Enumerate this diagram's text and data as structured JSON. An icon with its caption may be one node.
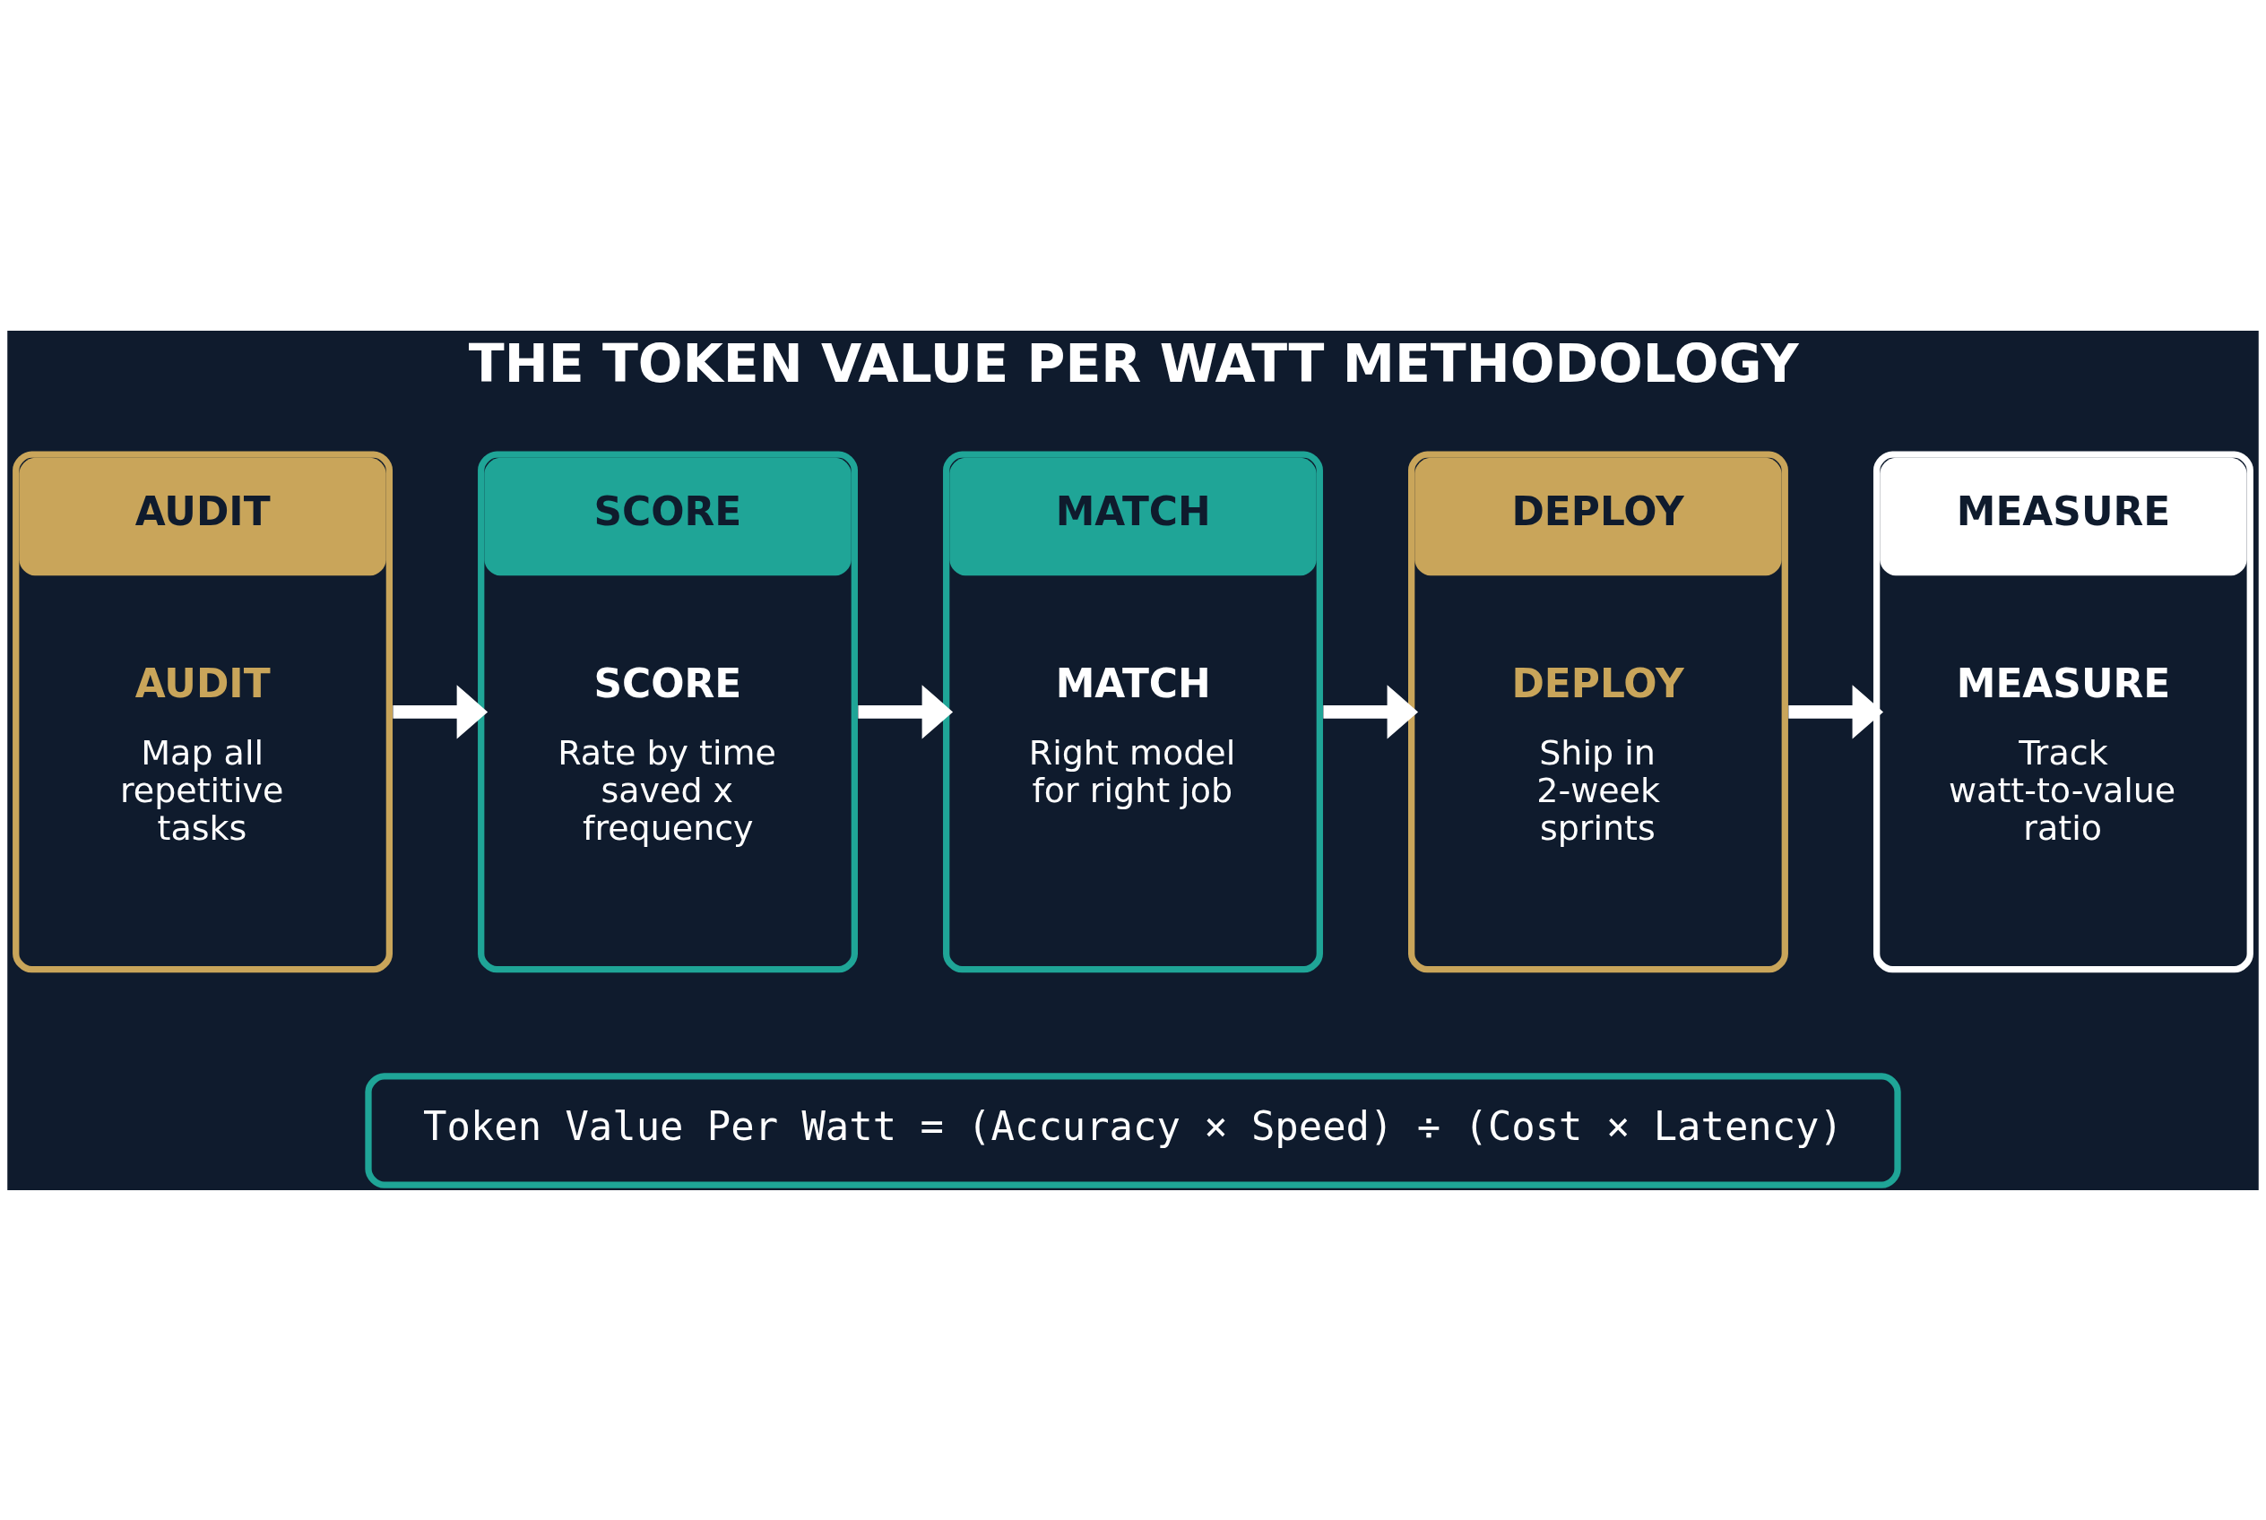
{
  "diagram": {
    "title": "THE TOKEN VALUE PER WATT METHODOLOGY",
    "nodes": [
      {
        "text": [
          "AUDIT",
          "AUDIT",
          "Map all repetitive tasks"
        ]
      },
      {
        "text": [
          "SCORE",
          "SCORE",
          "Rate by time saved x frequency"
        ]
      },
      {
        "text": [
          "MATCH",
          "MATCH",
          "Right model for right job"
        ]
      },
      {
        "text": [
          "DEPLOY",
          "DEPLOY",
          "Ship in 2-week sprints"
        ]
      },
      {
        "text": [
          "MEASURE",
          "MEASURE",
          "Track watt-to-value ratio"
        ]
      },
      {
        "text": [
          "Token Value Per Watt = (Accuracy × Speed) ÷ (Cost × Latency)"
        ]
      }
    ],
    "edges": [
      {
        "from": 0,
        "to": 1,
        "arrow": "to"
      },
      {
        "from": 1,
        "to": 2,
        "arrow": "to"
      },
      {
        "from": 2,
        "to": 3,
        "arrow": "to"
      },
      {
        "from": 3,
        "to": 4,
        "arrow": "to"
      }
    ]
  }
}
